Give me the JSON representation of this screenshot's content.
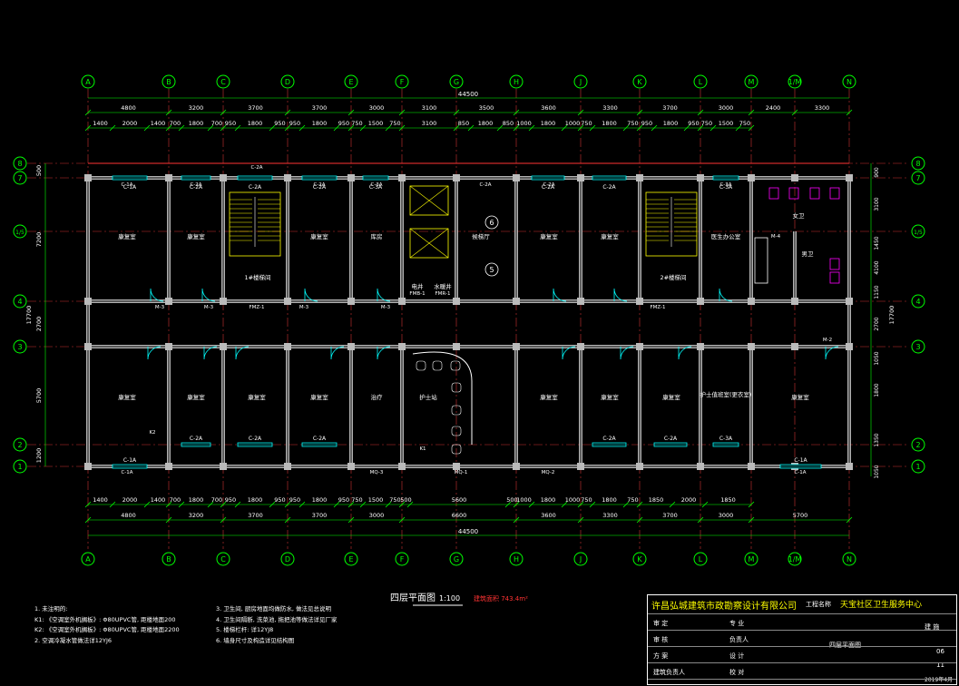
{
  "drawing": {
    "plan_title": "四层平面图",
    "scale": "1:100",
    "area": "建筑面积 743.4m²",
    "total_dim": "44500",
    "axes_x": [
      "A",
      "B",
      "C",
      "D",
      "E",
      "F",
      "G",
      "H",
      "J",
      "K",
      "L",
      "M",
      "1/M",
      "N"
    ],
    "axes_y": [
      "8",
      "7",
      "1/5",
      "4",
      "3",
      "2",
      "1"
    ],
    "top_dims_1": [
      "4800",
      "3200",
      "3700",
      "3700",
      "3000",
      "3100",
      "3500",
      "3600",
      "3300",
      "3700",
      "3000",
      "2400",
      "3300"
    ],
    "top_dims_2": [
      "1400",
      "2000",
      "1400",
      "700",
      "1800",
      "700",
      "950",
      "1800",
      "950",
      "950",
      "1800",
      "950",
      "750",
      "1500",
      "750",
      "3100",
      "850",
      "1800",
      "850",
      "1000",
      "1800",
      "1000",
      "750",
      "1800",
      "750",
      "950",
      "1800",
      "950",
      "750",
      "1500",
      "750"
    ],
    "bot_dims_1": [
      "4800",
      "3200",
      "3700",
      "3700",
      "3000",
      "6600",
      "3600",
      "3300",
      "3700",
      "3000",
      "5700"
    ],
    "bot_dims_2": [
      "1400",
      "2000",
      "1400",
      "700",
      "1800",
      "700",
      "950",
      "1800",
      "950",
      "950",
      "1800",
      "950",
      "750",
      "1500",
      "750",
      "500",
      "5600",
      "500",
      "1000",
      "1800",
      "1000",
      "750",
      "1800",
      "750",
      "1850",
      "2000",
      "1850"
    ],
    "left_dims": [
      "500",
      "7200",
      "2700",
      "5700",
      "1200",
      "17700"
    ],
    "right_dims": [
      "900",
      "3100",
      "1450",
      "4100",
      "1150",
      "2700",
      "1050",
      "1800",
      "1350",
      "1050"
    ],
    "rooms": [
      {
        "label": "康复室"
      },
      {
        "label": "康复室"
      },
      {
        "label": "康复室"
      },
      {
        "label": "库房"
      },
      {
        "label": "候梯厅"
      },
      {
        "label": "康复室"
      },
      {
        "label": "康复室"
      },
      {
        "label": "医生办公室"
      },
      {
        "label": "康复室"
      },
      {
        "label": "康复室"
      },
      {
        "label": "康复室"
      },
      {
        "label": "康复室"
      },
      {
        "label": "治疗"
      },
      {
        "label": "护士站"
      },
      {
        "label": "康复室"
      },
      {
        "label": "康复室"
      },
      {
        "label": "康复室"
      },
      {
        "label": "护士值班室(更衣室)"
      },
      {
        "label": "康复室"
      },
      {
        "label": "1#楼梯间"
      },
      {
        "label": "2#楼梯间"
      },
      {
        "label": "电井"
      },
      {
        "label": "水暖井"
      },
      {
        "label": "女卫"
      },
      {
        "label": "男卫"
      }
    ],
    "tags": [
      "C-1A",
      "C-2A",
      "C-2A",
      "C-2A",
      "C-3A",
      "C-2A",
      "C-2A",
      "C-3A",
      "M-3",
      "M-3",
      "M-3",
      "M-3",
      "FMZ-1",
      "FMZ-1",
      "FMB-1",
      "FMR-1",
      "M-4",
      "M-2",
      "MQ-3",
      "MQ-1",
      "MQ-2",
      "K2",
      "K1",
      "C-1A",
      "C-1A"
    ]
  },
  "title_block": {
    "company": "许昌弘城建筑市政勘察设计有限公司",
    "project_label": "工程名称",
    "project": "天宝社区卫生服务中心",
    "drawing_name": "四层平面图",
    "sheet_no": "06",
    "rows": [
      "审 定",
      "审 核",
      "方 案",
      "建筑负责人"
    ],
    "people": [
      "专 业",
      "负责人",
      "设 计",
      "校 对"
    ],
    "discipline": "建 施",
    "page": "11",
    "date": "2019年4月"
  },
  "notes": [
    "1. 未注明的:",
    "K1: 《空调室外机搁板》: Φ80UPVC管, 距楼地面200",
    "K2: 《空调室外机搁板》: Φ80UPVC管, 距楼地面2200",
    "2. 空调冷凝水管做法详12YJ6",
    "3. 卫生间, 厨房地面均做防水, 做法见总说明",
    "4. 卫生间隔断, 洗菜池, 拖把池等做法详见厂家",
    "5. 楼梯栏杆: 详12YJ8",
    "6. 墙身尺寸及构造详见结构图"
  ]
}
